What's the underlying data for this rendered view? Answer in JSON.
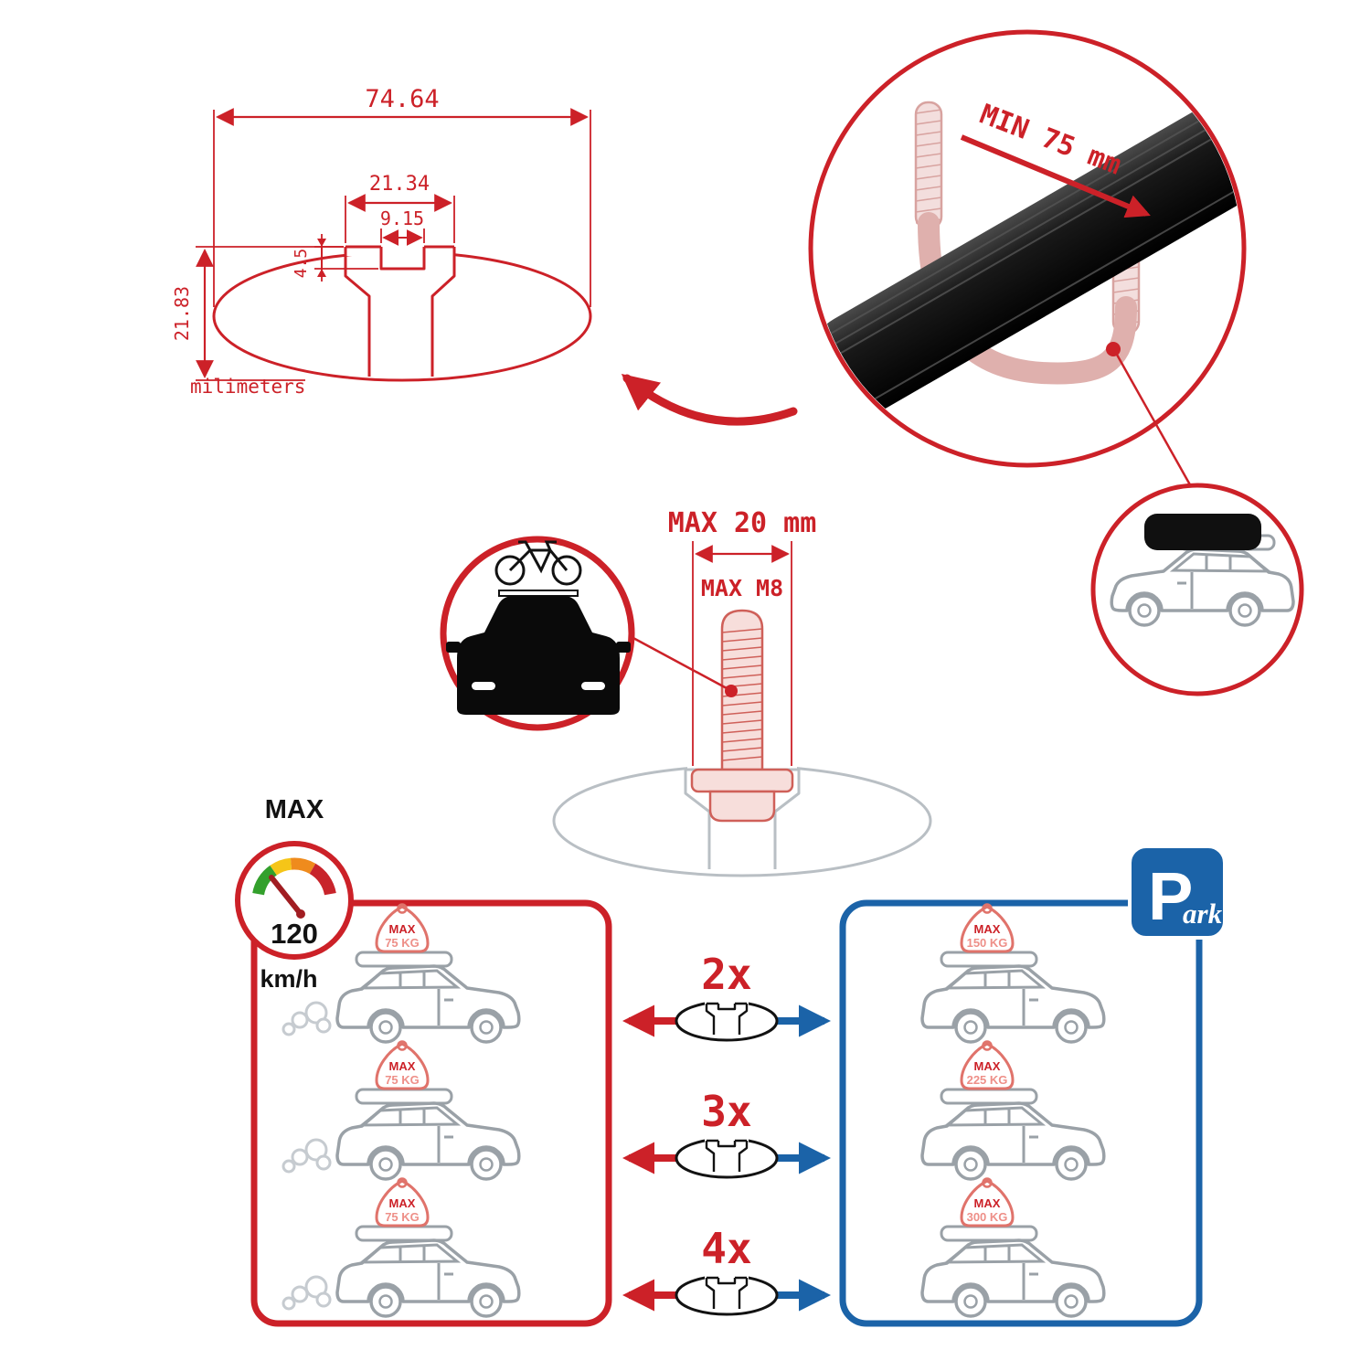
{
  "colors": {
    "accent_red": "#cc2128",
    "accent_blue": "#1b63a8",
    "ghost_pink": "#d8a3a0",
    "lineart_gray": "#9aa1a7",
    "bar_black": "#0a0a0a"
  },
  "profile_dimensions": {
    "total_width": "74.64",
    "channel_width": "21.34",
    "slot_width": "9.15",
    "lip_depth": "4.5",
    "total_height": "21.83",
    "units": "milimeters"
  },
  "bar_callout": {
    "min_clamp_span": "MIN 75 mm"
  },
  "bolt_callout": {
    "max_length": "MAX 20 mm",
    "max_thread": "MAX M8"
  },
  "speed_limit": {
    "label": "MAX",
    "value": "120",
    "units": "km/h"
  },
  "crossbar_options": [
    {
      "quantity": "2x",
      "driving_load": {
        "max": "MAX",
        "kg": "75 KG"
      },
      "parked_load": {
        "max": "MAX",
        "kg": "150 KG"
      }
    },
    {
      "quantity": "3x",
      "driving_load": {
        "max": "MAX",
        "kg": "75 KG"
      },
      "parked_load": {
        "max": "MAX",
        "kg": "225 KG"
      }
    },
    {
      "quantity": "4x",
      "driving_load": {
        "max": "MAX",
        "kg": "75 KG"
      },
      "parked_load": {
        "max": "MAX",
        "kg": "300 KG"
      }
    }
  ],
  "park_sign": {
    "p": "P",
    "ark": "ark"
  },
  "icons": {
    "crossbar_profile": "oval-crossbar-cross-section",
    "speed_gauge": "speedometer",
    "car_front_bike": "car-front-with-bicycle",
    "suv_roof_box": "suv-with-roof-box",
    "parking": "parking-sign",
    "t_bolt": "t-slot-bolt"
  }
}
